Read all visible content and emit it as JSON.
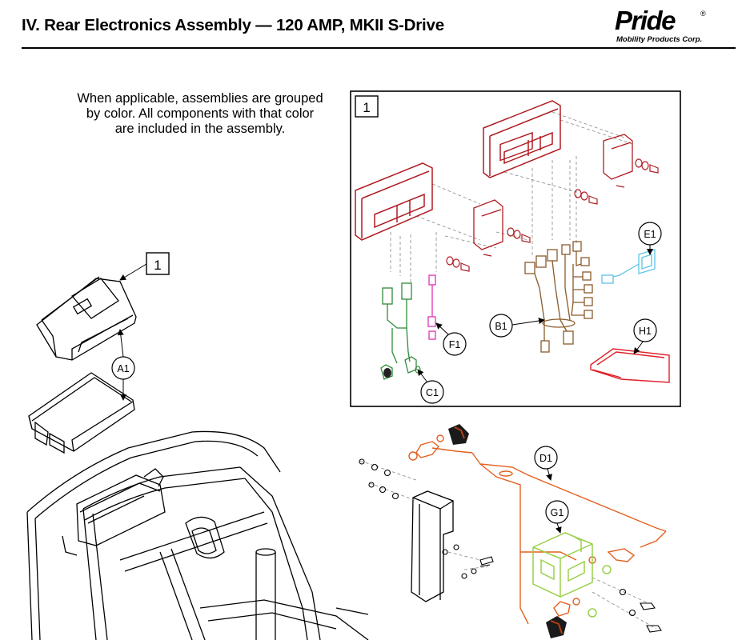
{
  "header": {
    "title": "IV. Rear Electronics Assembly — 120 AMP, MKII S-Drive",
    "logo_word": "Pride",
    "logo_reg": "®",
    "logo_sub": "Mobility Products Corp."
  },
  "note": {
    "lines": [
      "When applicable, assemblies are grouped",
      "by color. All components with that color",
      "are included in the assembly."
    ]
  },
  "detail_box": {
    "label": "1"
  },
  "main_callout": {
    "label": "1"
  },
  "callouts": {
    "a1": "A1",
    "b1": "B1",
    "c1": "C1",
    "d1": "D1",
    "e1": "E1",
    "f1": "F1",
    "g1": "G1",
    "h1": "H1"
  },
  "colors": {
    "controller": "#b01c22",
    "harness_b1": "#8a5a2b",
    "harness_c1": "#2e8b3a",
    "harness_d1": "#e2601f",
    "connector_e1": "#5fc3e6",
    "wire_f1": "#e032b8",
    "bracket_g1": "#9ad04a",
    "label_h1": "#e0202a"
  }
}
